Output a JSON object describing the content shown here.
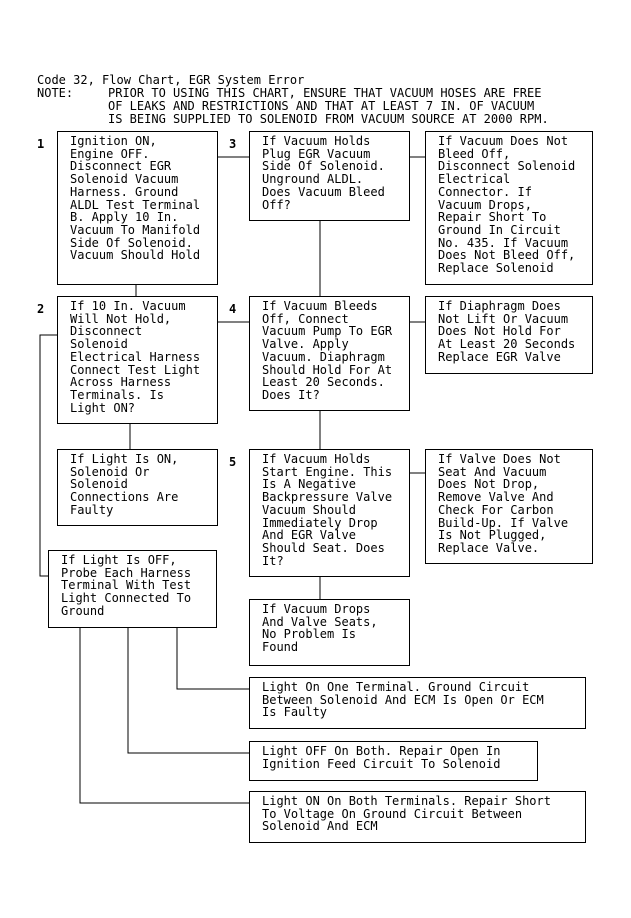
{
  "header": {
    "title": "Code 32, Flow Chart, EGR System Error",
    "note_label": "NOTE:",
    "note_line1": "PRIOR TO USING THIS CHART, ENSURE THAT VACUUM HOSES ARE FREE",
    "note_line2": "OF LEAKS AND RESTRICTIONS AND THAT AT LEAST 7 IN. OF VACUUM",
    "note_line3": "IS BEING SUPPLIED TO SOLENOID FROM VACUUM SOURCE AT 2000 RPM."
  },
  "steps": {
    "n1": "1",
    "n2": "2",
    "n3": "3",
    "n4": "4",
    "n5": "5"
  },
  "boxes": {
    "step1": "Ignition ON,\nEngine OFF.\nDisconnect EGR\nSolenoid Vacuum\nHarness. Ground\nALDL Test Terminal\nB. Apply 10 In.\nVacuum To Manifold\nSide Of Solenoid.\nVacuum Should Hold",
    "step2": "If 10 In. Vacuum\nWill Not Hold,\nDisconnect\nSolenoid\nElectrical Harness\nConnect Test Light\nAcross Harness\nTerminals. Is\nLight ON?",
    "light_on": "If Light Is ON,\nSolenoid Or\nSolenoid\nConnections Are\nFaulty",
    "light_off": "If Light Is OFF,\nProbe Each Harness\nTerminal With Test\nLight Connected To\nGround",
    "step3": "If Vacuum Holds\nPlug EGR Vacuum\nSide Of Solenoid.\nUnground ALDL.\nDoes Vacuum Bleed\nOff?",
    "no_bleed": "If Vacuum Does Not\nBleed Off,\nDisconnect Solenoid\nElectrical\nConnector. If\nVacuum Drops,\nRepair Short To\nGround In Circuit\nNo. 435. If Vacuum\nDoes Not Bleed Off,\nReplace Solenoid",
    "step4": "If Vacuum Bleeds\nOff, Connect\nVacuum Pump To EGR\nValve. Apply\nVacuum. Diaphragm\nShould Hold For At\nLeast 20 Seconds.\nDoes It?",
    "diaphragm": "If Diaphragm Does\nNot Lift Or Vacuum\nDoes Not Hold For\nAt Least 20 Seconds\nReplace EGR Valve",
    "step5": "If Vacuum Holds\nStart Engine. This\nIs A Negative\nBackpressure Valve\nVacuum Should\nImmediately Drop\nAnd EGR Valve\nShould Seat. Does\nIt?",
    "valve_not_seat": "If Valve Does Not\nSeat And Vacuum\nDoes Not Drop,\nRemove Valve And\nCheck For Carbon\nBuild-Up. If Valve\nIs Not Plugged,\nReplace Valve.",
    "no_problem": "If Vacuum Drops\nAnd Valve Seats,\nNo Problem Is\nFound",
    "one_terminal": "Light On One Terminal. Ground Circuit\nBetween Solenoid And ECM Is Open Or ECM\nIs Faulty",
    "off_both": "Light OFF On Both. Repair Open In\nIgnition Feed Circuit To Solenoid",
    "on_both": "Light ON On Both Terminals. Repair Short\nTo Voltage On Ground Circuit Between\nSolenoid And ECM"
  }
}
